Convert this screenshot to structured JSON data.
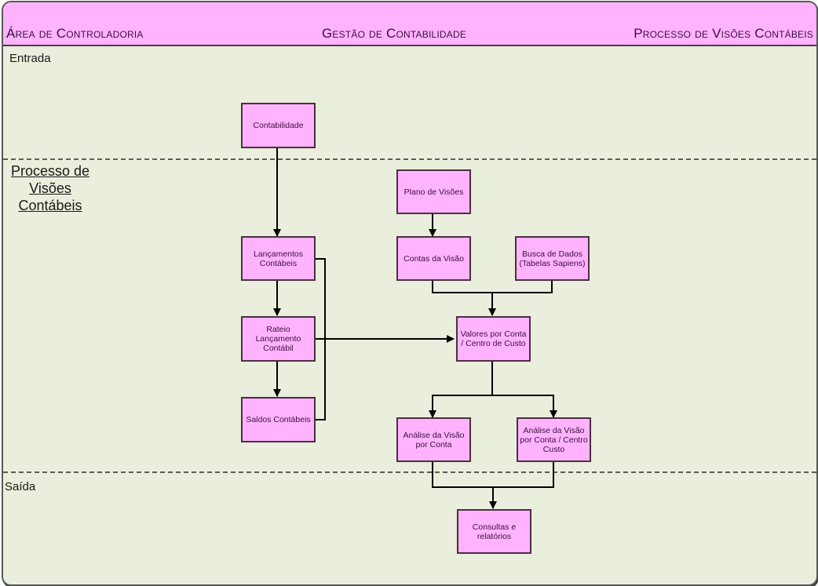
{
  "header": {
    "left": "Área de Controladoria",
    "center": "Gestão de Contabilidade",
    "right": "Processo de Visões Contábeis"
  },
  "lanes": {
    "entrada": "Entrada",
    "processo": [
      "Processo de",
      "Visões",
      "Contábeis"
    ],
    "saida": "Saída"
  },
  "nodes": {
    "contabilidade": "Contabilidade",
    "lancamentos": "Lançamentos Contábeis",
    "rateio": "Rateio Lançamento Contábil",
    "saldos": "Saldos Contábeis",
    "plano": "Plano de Visões",
    "contas": "Contas da Visão",
    "busca": "Busca de Dados (Tabelas Sapiens)",
    "valores": "Valores por Conta / Centro de Custo",
    "analise_conta": "Análise da Visão por Conta",
    "analise_cc": "Análise da Visão por Conta / Centro Custo",
    "consultas": "Consultas e relatórios"
  },
  "edges": [
    {
      "from": "contabilidade",
      "to": "lancamentos"
    },
    {
      "from": "lancamentos",
      "to": "rateio"
    },
    {
      "from": "rateio",
      "to": "saldos"
    },
    {
      "from": "lancamentos",
      "to": "valores"
    },
    {
      "from": "rateio",
      "to": "valores"
    },
    {
      "from": "saldos",
      "to": "valores"
    },
    {
      "from": "plano",
      "to": "contas"
    },
    {
      "from": "contas",
      "to": "valores"
    },
    {
      "from": "busca",
      "to": "valores"
    },
    {
      "from": "valores",
      "to": "analise_conta"
    },
    {
      "from": "valores",
      "to": "analise_cc"
    },
    {
      "from": "analise_conta",
      "to": "consultas"
    },
    {
      "from": "analise_cc",
      "to": "consultas"
    }
  ],
  "colors": {
    "header_bg": "#ffb3ff",
    "node_fill": "#ffb3ff",
    "canvas_bg": "#eaeedc"
  }
}
